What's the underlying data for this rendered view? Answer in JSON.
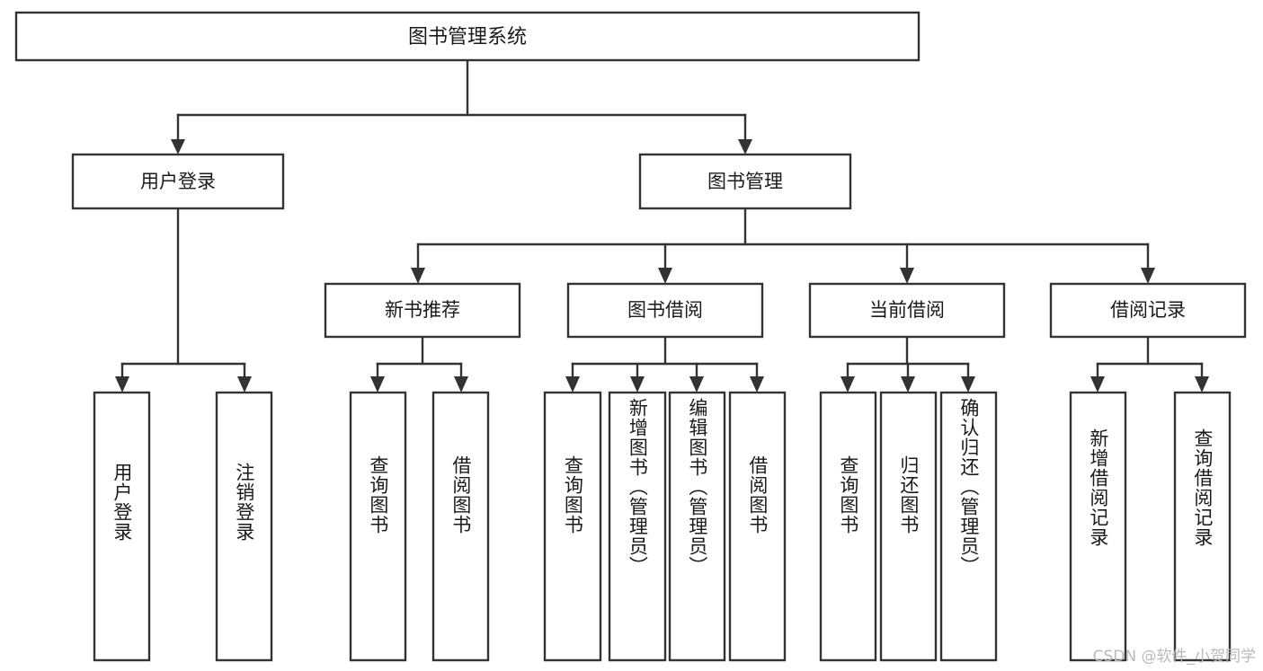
{
  "diagram": {
    "type": "tree-hierarchy",
    "title": "图书管理系统",
    "root": {
      "label": "图书管理系统"
    },
    "level2": [
      {
        "label": "用户登录"
      },
      {
        "label": "图书管理"
      }
    ],
    "level3": [
      {
        "label": "新书推荐"
      },
      {
        "label": "图书借阅"
      },
      {
        "label": "当前借阅"
      },
      {
        "label": "借阅记录"
      }
    ],
    "leaves": {
      "user_login": [
        {
          "label": "用户登录"
        },
        {
          "label": "注销登录"
        }
      ],
      "new_book_recommend": [
        {
          "label": "查询图书"
        },
        {
          "label": "借阅图书"
        }
      ],
      "book_borrow": [
        {
          "label": "查询图书"
        },
        {
          "label": "新增图书（管理员）"
        },
        {
          "label": "编辑图书（管理员）"
        },
        {
          "label": "借阅图书"
        }
      ],
      "current_borrow": [
        {
          "label": "查询图书"
        },
        {
          "label": "归还图书"
        },
        {
          "label": "确认归还（管理员）"
        }
      ],
      "borrow_record": [
        {
          "label": "新增借阅记录"
        },
        {
          "label": "查询借阅记录"
        }
      ]
    }
  },
  "watermark": {
    "text": "CSDN @软件_小贺同学"
  },
  "colors": {
    "stroke": "#333333",
    "box_fill": "#ffffff",
    "text": "#1a1a1a",
    "watermark": "#b9b9b9",
    "background": "#ffffff"
  }
}
